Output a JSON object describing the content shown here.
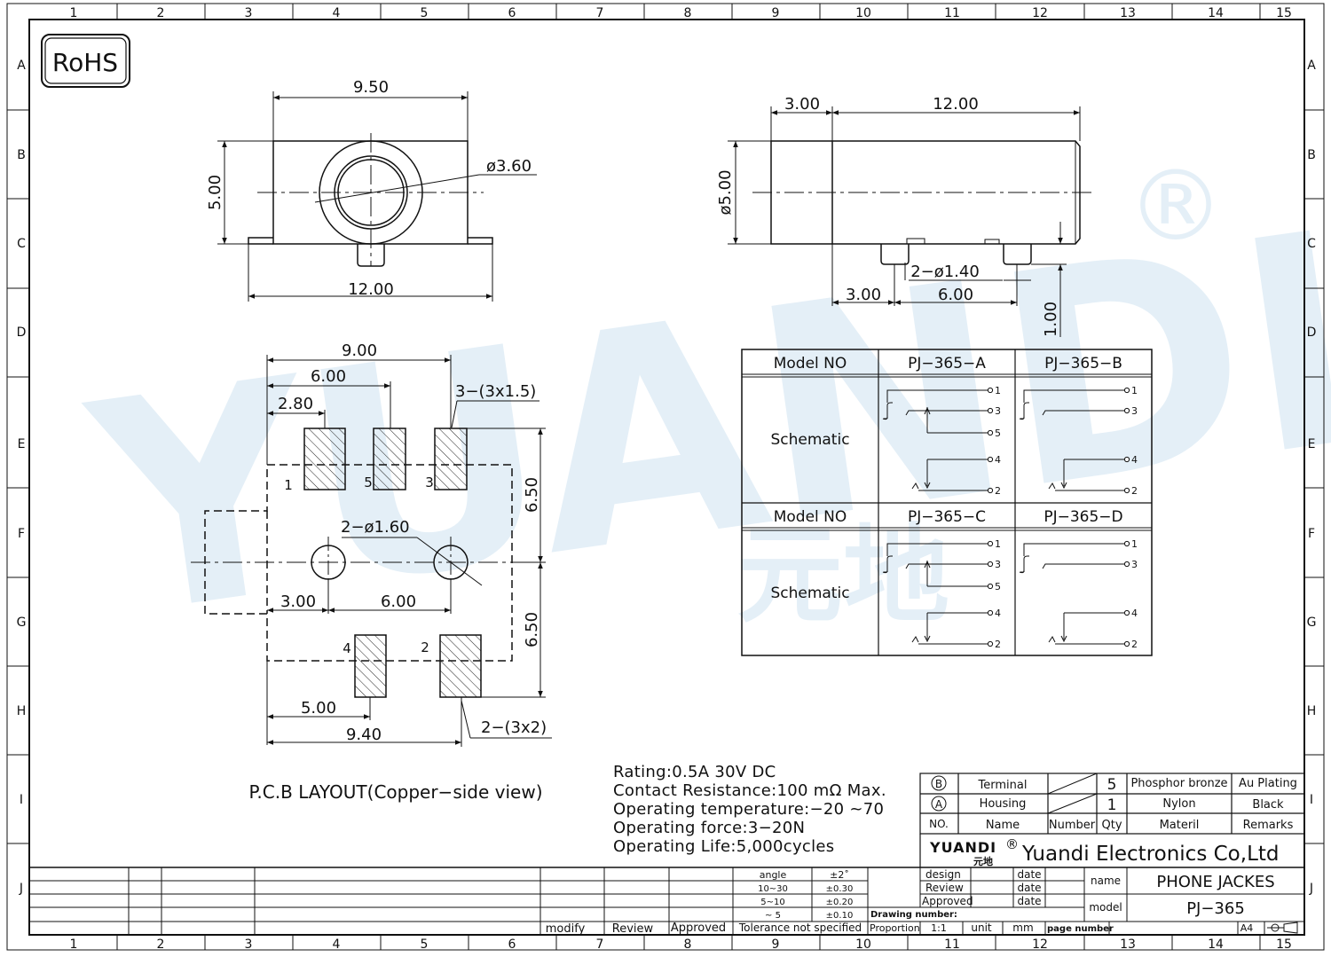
{
  "grid": {
    "columns": [
      "1",
      "2",
      "3",
      "4",
      "5",
      "6",
      "7",
      "8",
      "9",
      "10",
      "11",
      "12",
      "13",
      "14",
      "15"
    ],
    "rows": [
      "A",
      "B",
      "C",
      "D",
      "E",
      "F",
      "G",
      "H",
      "I",
      "J"
    ]
  },
  "rohs": "RoHS",
  "watermark": {
    "text": "YUANDI",
    "registered": "®",
    "cjk": "元地"
  },
  "front_view": {
    "width_top": "9.50",
    "height": "5.00",
    "bore": "ø3.60",
    "width_bottom": "12.00"
  },
  "side_view": {
    "len_a": "3.00",
    "len_b": "12.00",
    "diameter": "ø5.00",
    "pins": "2−ø1.40",
    "pin_a": "3.00",
    "pin_b": "6.00",
    "standoff": "1.00"
  },
  "pcb": {
    "d_900": "9.00",
    "d_600": "6.00",
    "d_280": "2.80",
    "pad3": "3−(3x1.5)",
    "d_650a": "6.50",
    "d_650b": "6.50",
    "holes": "2−ø1.60",
    "d_300": "3.00",
    "d_600b": "6.00",
    "d_500": "5.00",
    "d_940": "9.40",
    "pad2": "2−(3x2)",
    "pin1": "1",
    "pin5": "5",
    "pin3": "3",
    "pin4": "4",
    "pin2": "2",
    "caption": "P.C.B  LAYOUT(Copper−side  view)"
  },
  "model_table": {
    "h_model": "Model  NO",
    "h_schematic": "Schematic",
    "a": "PJ−365−A",
    "b": "PJ−365−B",
    "c": "PJ−365−C",
    "d": "PJ−365−D",
    "p1": "1",
    "p2": "2",
    "p3": "3",
    "p4": "4",
    "p5": "5"
  },
  "specs": [
    "Rating:0.5A  30V  DC",
    "Contact  Resistance:100  mΩ  Max.",
    "Operating  temperature:−20   ~70",
    "Operating  force:3−20N",
    "Operating  Life:5,000cycles"
  ],
  "bom": {
    "row_b": {
      "mark": "B",
      "name": "Terminal",
      "qty": "5",
      "material": "Phosphor bronze",
      "remarks": "Au Plating"
    },
    "row_a": {
      "mark": "A",
      "name": "Housing",
      "qty": "1",
      "material": "Nylon",
      "remarks": "Black"
    },
    "header": {
      "no": "NO.",
      "name": "Name",
      "number": "Number",
      "qty": "Qty",
      "material": "Materil",
      "remarks": "Remarks"
    }
  },
  "company": {
    "logo": "YUANDI",
    "logo_cjk": "元地",
    "registered": "®",
    "name": "Yuandi Electronics Co,Ltd"
  },
  "title_block": {
    "modify": "modify",
    "review": "Review",
    "approved": "Approved",
    "tol_header": "Tolerance  not  specified",
    "angle": "angle",
    "angle_val": "±2˚",
    "t1": "10~30",
    "t1v": "±0.30",
    "t2": "5~10",
    "t2v": "±0.20",
    "t3": "~ 5",
    "t3v": "±0.10",
    "design": "design",
    "review2": "Review",
    "approved2": "Approved",
    "date": "date",
    "drawing_number": "Drawing number:",
    "proportion": "Proportion",
    "proportion_val": "1:1",
    "unit": "unit",
    "unit_val": "mm",
    "page_number": "page number",
    "name_label": "name",
    "name_val": "PHONE  JACKES",
    "model_label": "model",
    "model_val": "PJ−365",
    "sheet": "A4"
  }
}
